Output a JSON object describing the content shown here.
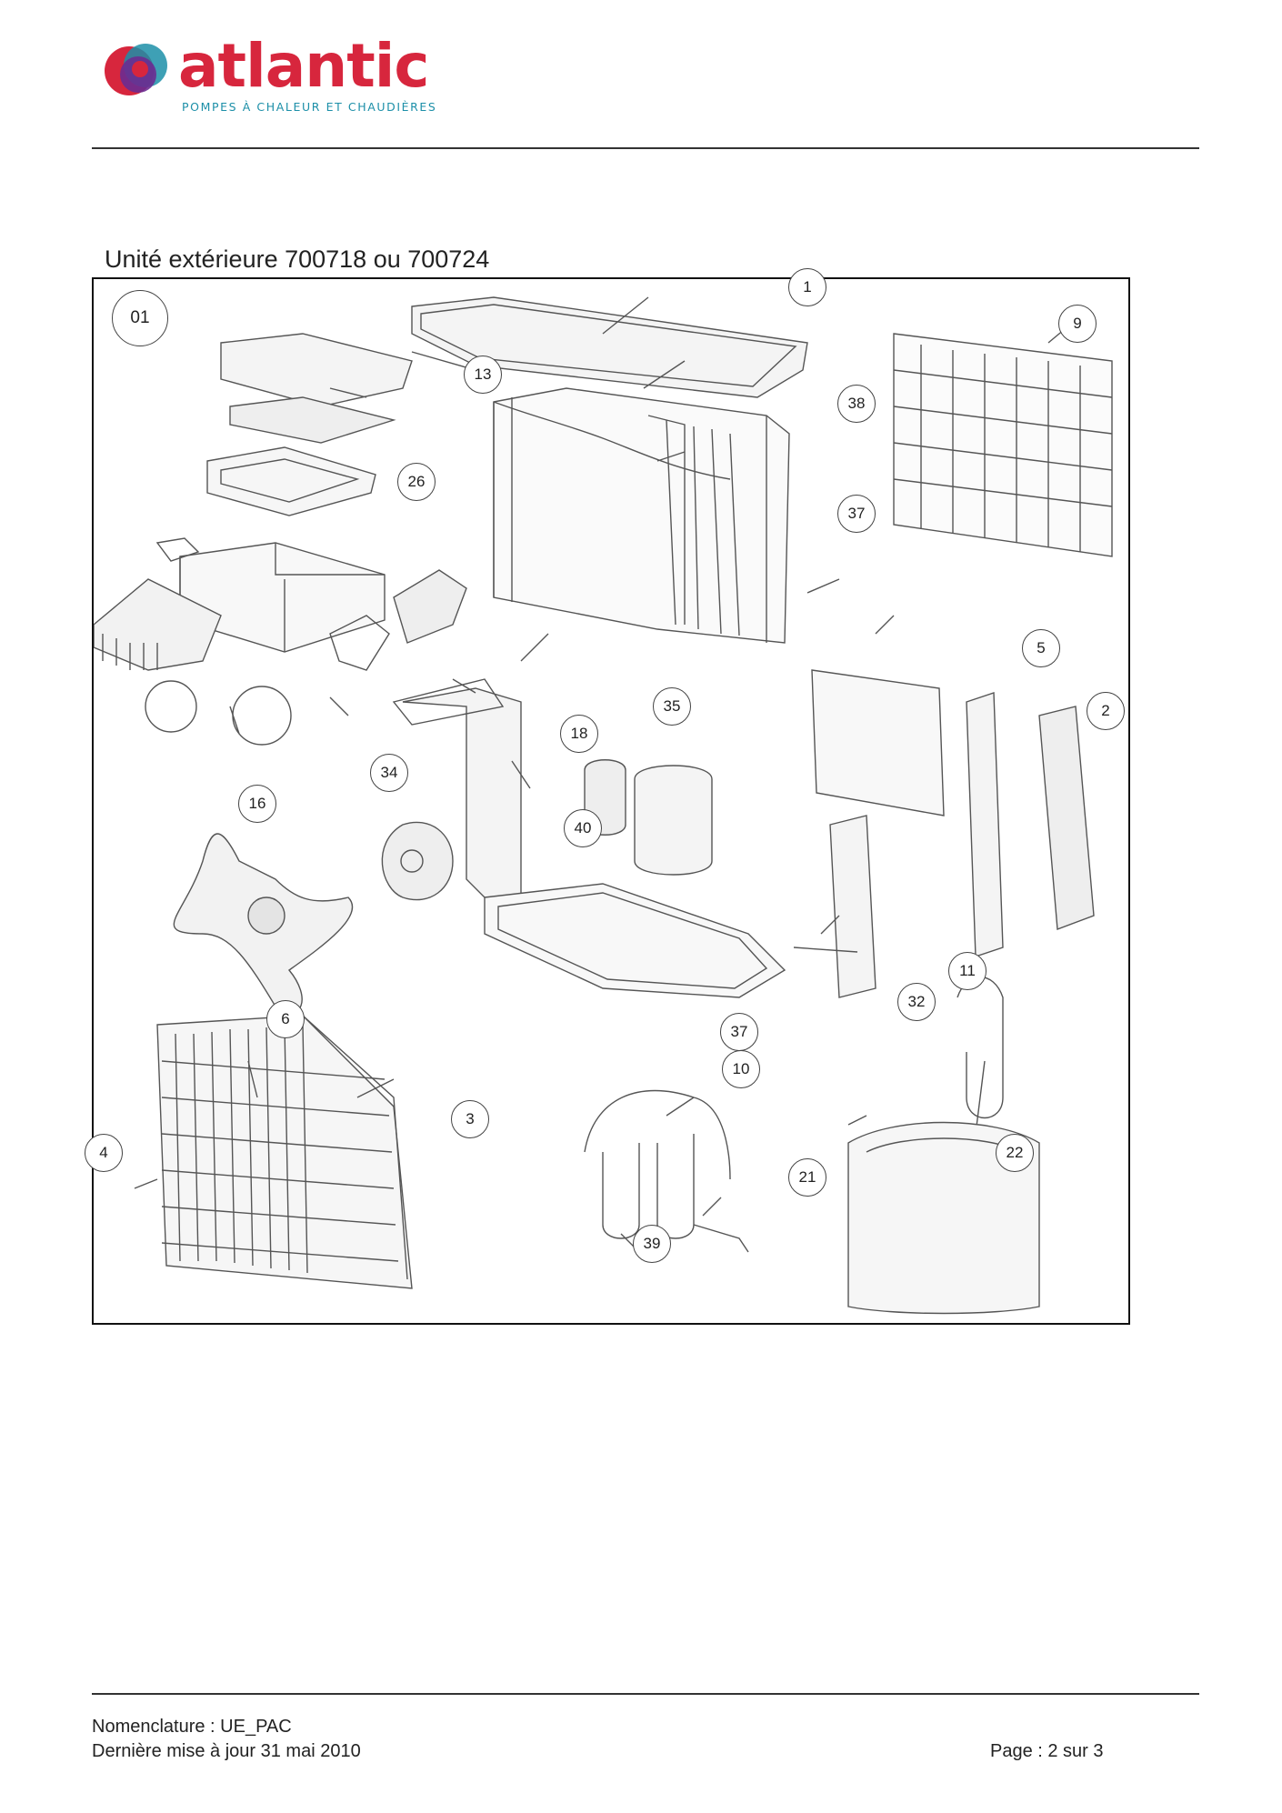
{
  "header": {
    "brand_name": "atlantic",
    "brand_tagline": "POMPES À CHALEUR ET CHAUDIÈRES",
    "brand_colors": {
      "red": "#d7263d",
      "purple": "#6b2c91",
      "teal": "#1c8fa8"
    }
  },
  "section_title": "Unité extérieure 700718 ou 700724",
  "diagram": {
    "figure_id": "01",
    "callouts": [
      "1",
      "9",
      "13",
      "38",
      "26",
      "37",
      "5",
      "2",
      "35",
      "18",
      "34",
      "16",
      "40",
      "11",
      "32",
      "6",
      "37",
      "10",
      "3",
      "4",
      "22",
      "21",
      "39"
    ]
  },
  "footer": {
    "nomenclature": "Nomenclature : UE_PAC",
    "last_update": "Dernière mise à jour 31 mai 2010",
    "page": "Page : 2 sur 3"
  }
}
